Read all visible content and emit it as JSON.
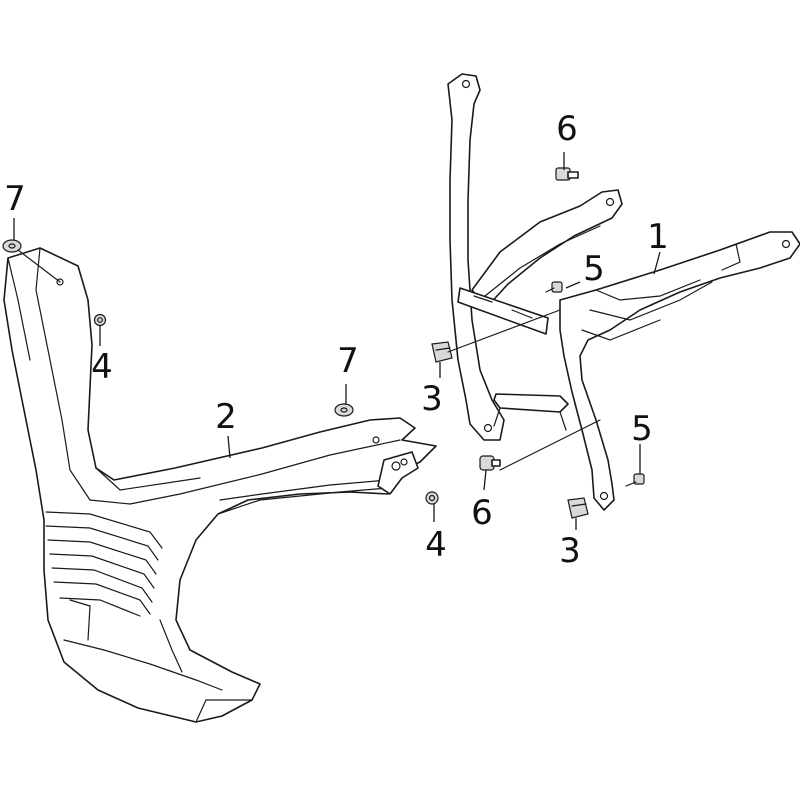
{
  "diagram": {
    "callouts": [
      {
        "id": "c1",
        "text": "1"
      },
      {
        "id": "c2",
        "text": "2"
      },
      {
        "id": "c3a",
        "text": "3"
      },
      {
        "id": "c3b",
        "text": "3"
      },
      {
        "id": "c4a",
        "text": "4"
      },
      {
        "id": "c4b",
        "text": "4"
      },
      {
        "id": "c5a",
        "text": "5"
      },
      {
        "id": "c5b",
        "text": "5"
      },
      {
        "id": "c6a",
        "text": "6"
      },
      {
        "id": "c6b",
        "text": "6"
      },
      {
        "id": "c7a",
        "text": "7"
      },
      {
        "id": "c7b",
        "text": "7"
      }
    ]
  }
}
